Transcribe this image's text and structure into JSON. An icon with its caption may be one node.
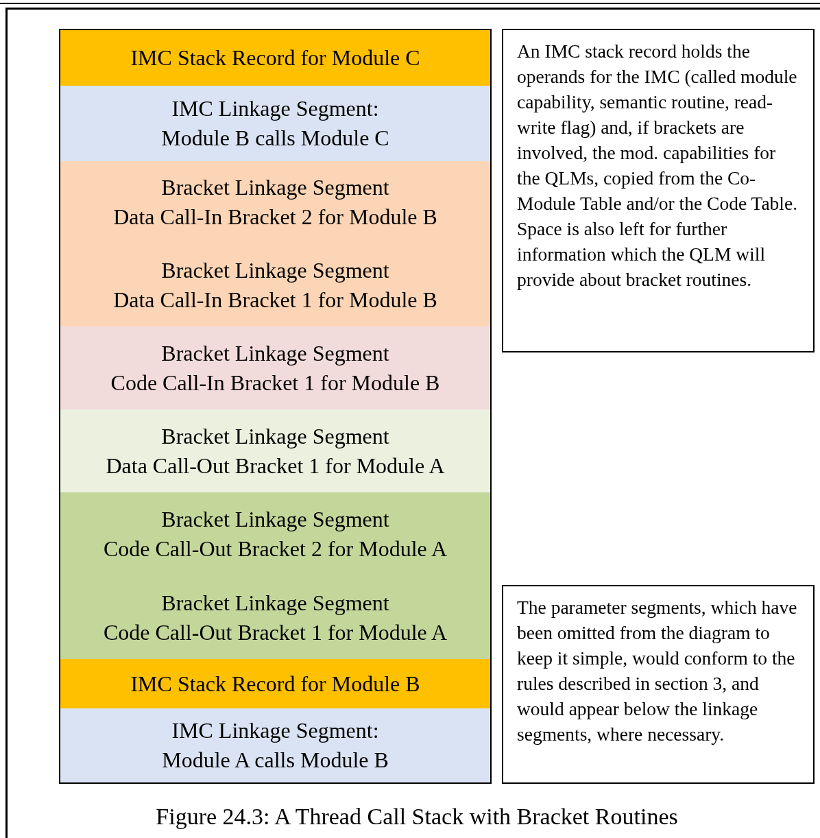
{
  "diagram": {
    "caption": "Figure 24.3: A Thread Call Stack with Bracket Routines",
    "nodes": [
      {
        "text": [
          "IMC Stack Record for Module C"
        ]
      },
      {
        "text": [
          "IMC Linkage Segment:",
          "Module B calls Module C"
        ]
      },
      {
        "text": [
          "Bracket Linkage Segment",
          "Data Call-In Bracket 2 for Module B"
        ]
      },
      {
        "text": [
          "Bracket Linkage Segment",
          "Data Call-In Bracket 1 for Module B"
        ]
      },
      {
        "text": [
          "Bracket Linkage Segment",
          "Code Call-In Bracket 1 for Module B"
        ]
      },
      {
        "text": [
          "Bracket Linkage Segment",
          "Data Call-Out Bracket 1 for Module A"
        ]
      },
      {
        "text": [
          "Bracket Linkage Segment",
          "Code Call-Out Bracket 2 for Module A"
        ]
      },
      {
        "text": [
          "Bracket Linkage Segment",
          "Code Call-Out Bracket 1 for Module A"
        ]
      },
      {
        "text": [
          "IMC Stack Record for Module B"
        ]
      },
      {
        "text": [
          "IMC Linkage Segment:",
          "Module A calls Module B"
        ]
      },
      {
        "text": [
          "An IMC stack record holds the operands for the IMC (called module capability, semantic routine, read-write flag) and, if brackets are involved, the mod. capabilities for the QLMs, copied from the Co-Module Table and/or the Code Table. Space is also left for further information which the QLM will provide about bracket routines."
        ]
      },
      {
        "text": [
          "The parameter segments, which have been omitted from the diagram to keep it simple, would conform to the rules described in section 3, and would appear below the linkage segments, where necessary."
        ]
      }
    ]
  }
}
